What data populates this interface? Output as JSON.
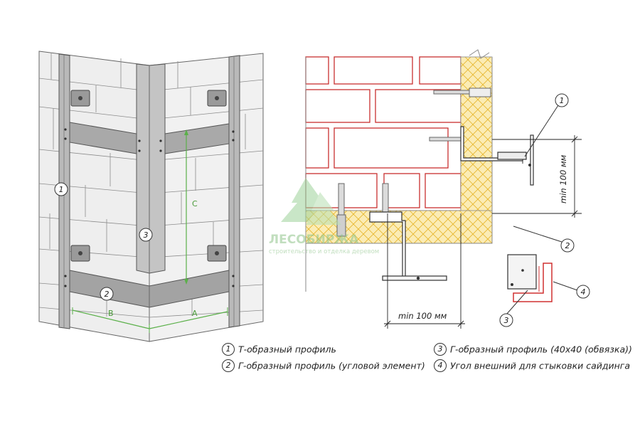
{
  "labels": {
    "A": "A",
    "B": "B",
    "C": "C",
    "n1": "1",
    "n2": "2",
    "n3": "3",
    "n4": "4"
  },
  "dimensions": {
    "vertical": "min 100 мм",
    "horizontal": "min 100 мм"
  },
  "watermark": {
    "brand": "ЛЕСОБИРЖА",
    "tagline": "строительство и отделка деревом"
  },
  "legend": [
    {
      "num": "1",
      "text": "Т-образный профиль"
    },
    {
      "num": "2",
      "text": "Г-образный профиль (угловой элемент)"
    },
    {
      "num": "3",
      "text": "Г-образный профиль (40х40 (обвязка))"
    },
    {
      "num": "4",
      "text": "Угол внешний для стыковки сайдинга"
    }
  ],
  "colors": {
    "brick_line": "#c83030",
    "insulation": "#fbecb5",
    "insulation_hatch": "#e8b830",
    "profile": "#b8b8b8",
    "dimension_green": "#5bb04a",
    "siding_red": "#d03030"
  }
}
